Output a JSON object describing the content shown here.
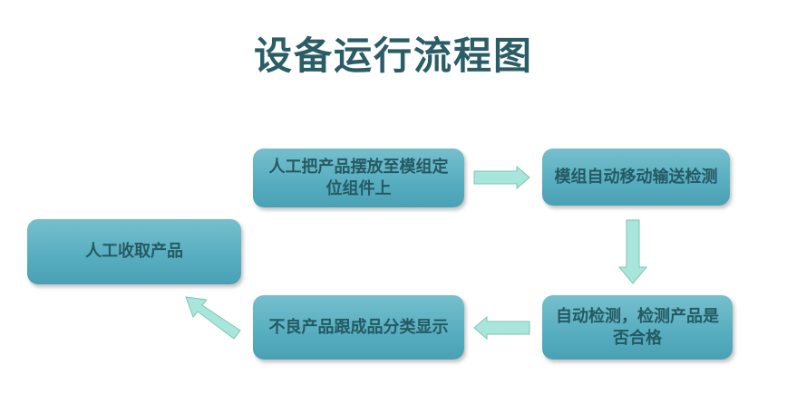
{
  "title": "设备运行流程图",
  "steps": [
    {
      "label": "人工把产品摆放至模组定位组件上"
    },
    {
      "label": "模组自动移动输送检测"
    },
    {
      "label": "自动检测，检测产品是否合格"
    },
    {
      "label": "不良产品跟成品分类显示"
    },
    {
      "label": "人工收取产品"
    }
  ],
  "colors": {
    "box": "#56adbf",
    "text": "#245a63",
    "arrow": "#a8e6dc"
  }
}
